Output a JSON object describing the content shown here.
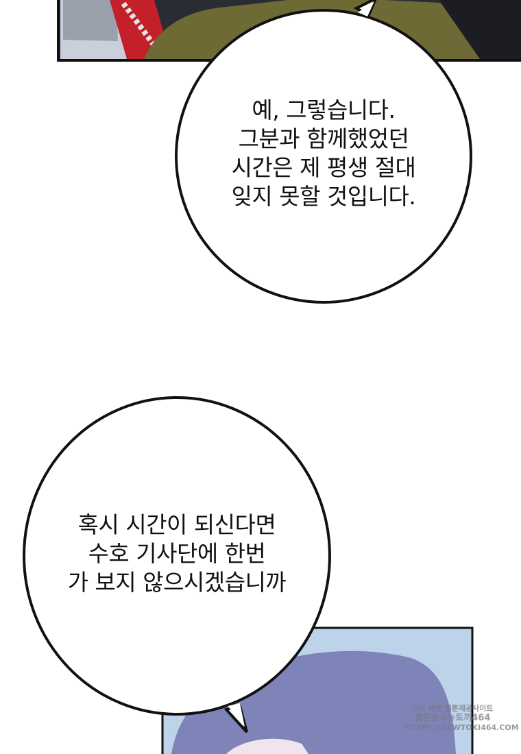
{
  "bubbles": [
    {
      "lines": [
        "예, 그렇습니다.",
        "그분과 함께했었던",
        "시간은 제 평생 절대",
        "잊지 못할 것입니다."
      ]
    },
    {
      "lines": [
        "혹시 시간이 되신다면",
        "수호 기사단에 한번",
        "가 보지 않으시겠습니까"
      ]
    }
  ],
  "watermark": {
    "lines": [
      "가장 빠른 웹툰제공사이트",
      "웹툰왕국뉴토끼464",
      "HTTPS://NEWTOKI464.COM"
    ]
  },
  "colors": {
    "panel_border": "#111111",
    "coat_olive": "#6e6a35",
    "sash_red": "#c4202a",
    "bg_blue": "#bcd3ea",
    "hair_purple": "#7f84b8"
  }
}
